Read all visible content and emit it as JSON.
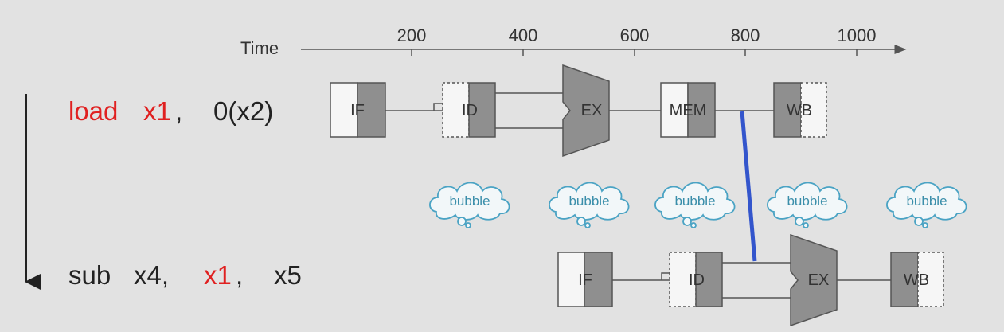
{
  "axis": {
    "label": "Time",
    "ticks": [
      "200",
      "400",
      "600",
      "800",
      "1000"
    ]
  },
  "instructions": [
    {
      "op": "load",
      "dest": "x1",
      "src": "0(x2)",
      "comma": ",",
      "stages": [
        "IF",
        "ID",
        "EX",
        "MEM",
        "WB"
      ]
    },
    {
      "op": "sub",
      "dest": "x4,",
      "src": "x1",
      "src_comma": ",",
      "src2": "x5",
      "stages": [
        "IF",
        "ID",
        "EX",
        "WB"
      ]
    }
  ],
  "bubbles": [
    "bubble",
    "bubble",
    "bubble",
    "bubble",
    "bubble"
  ],
  "colors": {
    "background": "#e2e2e2",
    "highlight": "#e02020",
    "stage_fill": "#8f8f8f",
    "forward_line": "#3355cc",
    "bubble": "#4aa3c4"
  }
}
